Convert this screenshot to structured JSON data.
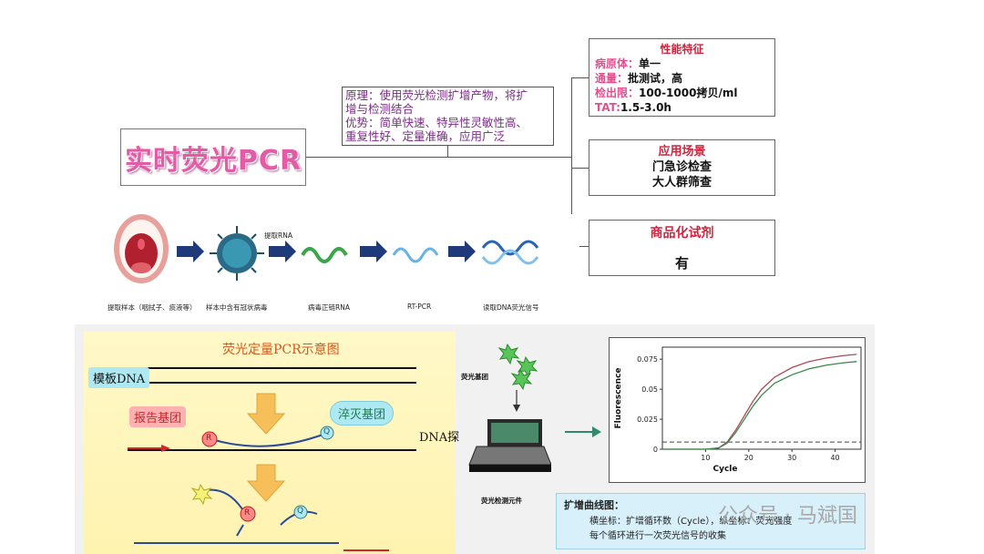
{
  "top": {
    "main_title": "实时荧光PCR",
    "desc_lines": [
      "原理：使用荧光检测扩增产物，将扩",
      "增与检测结合",
      "优势：简单快速、特异性灵敏性高、",
      "重复性好、定量准确，应用广泛"
    ],
    "performance": {
      "title": "性能特征",
      "rows": [
        {
          "label": "病原体：",
          "value": "单一"
        },
        {
          "label": "通量：",
          "value": "批测试，高"
        },
        {
          "label": "检出限：",
          "value": "100-1000拷贝/ml"
        },
        {
          "label": "TAT:",
          "value": "1.5-3.0h"
        }
      ]
    },
    "application": {
      "title": "应用场景",
      "items": [
        "门急诊检查",
        "大人群筛查"
      ]
    },
    "commercial": {
      "title": "商品化试剂",
      "value": "有"
    }
  },
  "process": {
    "captions": [
      "提取样本（咽拭子、痰液等）",
      "样本中含有冠状病毒",
      "病毒正链RNA",
      "RT-PCR",
      "读取DNA荧光信号"
    ],
    "extract_label": "提取RNA"
  },
  "bottom": {
    "pcr_title": "荧光定量PCR示意图",
    "template_label": "模板DNA",
    "reporter_label": "报告基团",
    "quencher_label": "淬灭基团",
    "dna_probe": "DNA探",
    "r_mark": "R",
    "q_mark": "Q",
    "fluor_group": "荧光基团",
    "detect_element": "荧光检测元件",
    "chart_data": {
      "type": "line",
      "ylabel": "Fluorescence",
      "xlabel": "Cycle",
      "x_ticks": [
        10,
        20,
        30,
        40
      ],
      "y_ticks": [
        "0",
        "0.025",
        "0.05",
        "0.075"
      ],
      "xlim": [
        0,
        46
      ],
      "ylim": [
        0,
        0.085
      ],
      "threshold": 0.006,
      "series": [
        {
          "color": "#b04a5a",
          "x": [
            0,
            5,
            10,
            13,
            15,
            17,
            19,
            21,
            23,
            26,
            30,
            34,
            38,
            42,
            45
          ],
          "y": [
            0,
            0,
            0,
            0.001,
            0.006,
            0.016,
            0.028,
            0.04,
            0.05,
            0.06,
            0.068,
            0.073,
            0.076,
            0.078,
            0.079
          ]
        },
        {
          "color": "#3a8a4a",
          "x": [
            0,
            5,
            10,
            13,
            15,
            17,
            19,
            21,
            23,
            26,
            30,
            34,
            38,
            42,
            45
          ],
          "y": [
            0,
            0,
            0,
            0.001,
            0.005,
            0.014,
            0.025,
            0.036,
            0.045,
            0.055,
            0.062,
            0.067,
            0.07,
            0.072,
            0.073
          ]
        }
      ]
    },
    "curve_panel": {
      "title": "扩增曲线图：",
      "line1": "横坐标：扩增循环数（Cycle），纵坐标：荧光强度",
      "line2": "每个循环进行一次荧光信号的收集"
    },
    "watermark": "公众号 · 马斌国"
  }
}
